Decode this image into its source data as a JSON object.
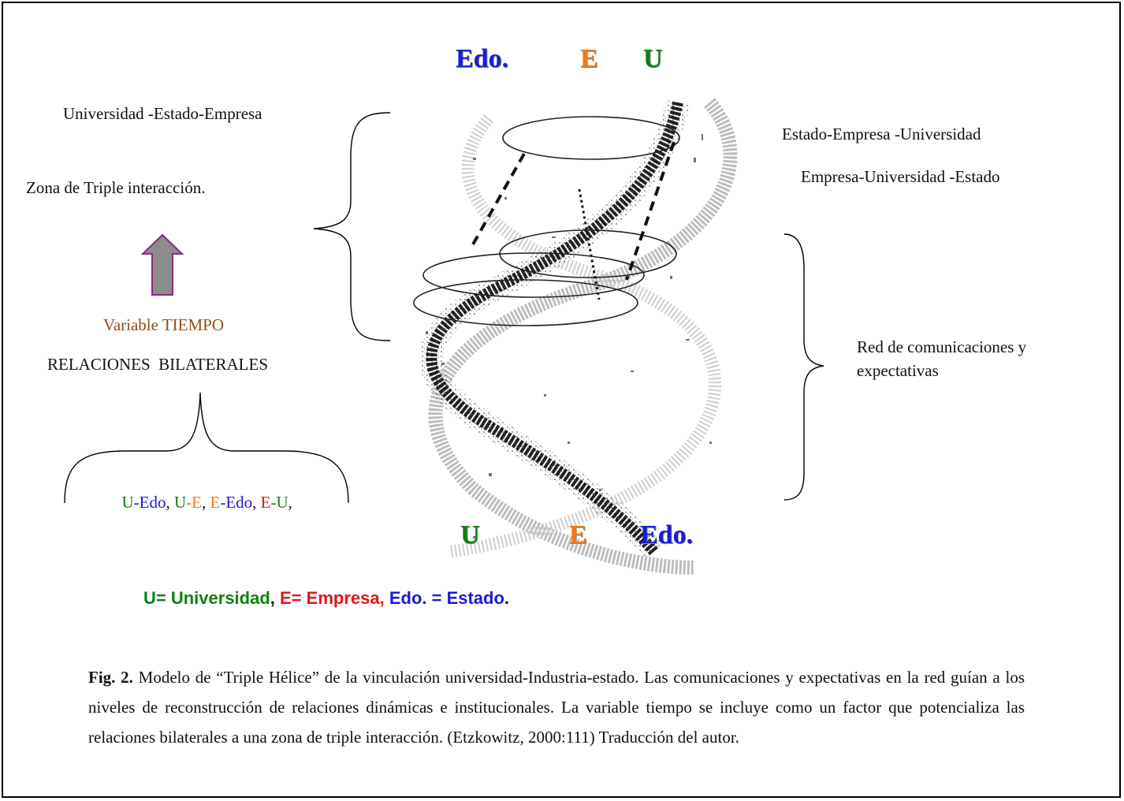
{
  "top_labels": {
    "edo": "Edo.",
    "e": "E",
    "u": "U"
  },
  "bottom_labels": {
    "u": "U",
    "e": "E",
    "edo": "Edo."
  },
  "left": {
    "order1": "Universidad -Estado-Empresa",
    "zone": "Zona de Triple interacción.",
    "variable": "Variable TIEMPO",
    "bilateral": "RELACIONES  BILATERALES",
    "pairs": {
      "p1a": "U",
      "p1b": "-Edo",
      "sep1": ", ",
      "p2a": "U",
      "p2b": "-E",
      "sep2": ", ",
      "p3a": "E",
      "p3b": "-Edo",
      "sep3": ", ",
      "p4a": "E",
      "p4b": "-U",
      "sep4": ","
    }
  },
  "right": {
    "order2": "Estado-Empresa -Universidad",
    "order3": "Empresa-Universidad -Estado",
    "network": "Red de comunicaciones y",
    "network2": "expectativas"
  },
  "legend": {
    "u": "U= Universidad",
    "sep1": ", ",
    "e": "E= Empresa,",
    "sep2": " ",
    "edo": "Edo. = Estado",
    "end": "."
  },
  "caption": {
    "fig": "Fig. 2.",
    "text": " Modelo de “Triple Hélice” de la vinculación universidad-Industria-estado. Las comunicaciones y expectativas en la red guían a los niveles de reconstrucción de relaciones dinámicas e institucionales. La variable tiempo se incluye como un factor que potencializa las relaciones bilaterales a una zona de triple interacción. (Etzkowitz, 2000:111) Traducción del autor."
  },
  "colors": {
    "blue": "#1a1adc",
    "orange": "#f07818",
    "green": "#108010",
    "red": "#e01818",
    "brown": "#9a4a1a",
    "arrow_fill": "#8c8c8c",
    "arrow_stroke": "#8a2a8a"
  }
}
